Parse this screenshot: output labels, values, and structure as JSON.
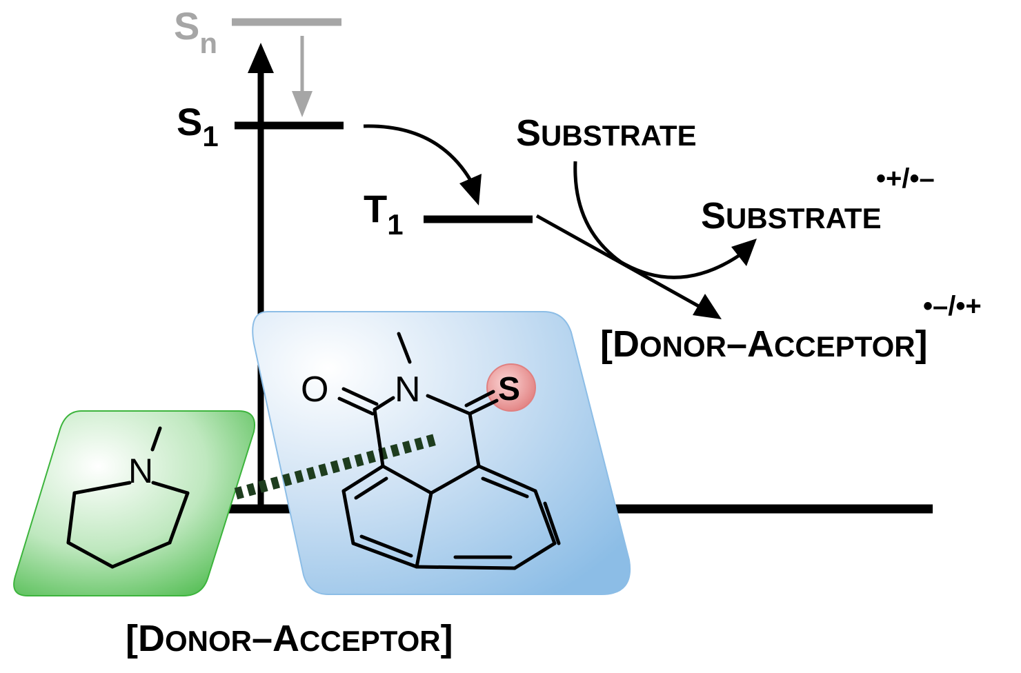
{
  "levels": {
    "sn": {
      "letter": "S",
      "sub": "n"
    },
    "s1": {
      "letter": "S",
      "sub": "1"
    },
    "t1": {
      "letter": "T",
      "sub": "1"
    }
  },
  "labels": {
    "substrate": {
      "first": "S",
      "rest": "UBSTRATE"
    },
    "substrate_product": {
      "first": "S",
      "rest": "UBSTRATE",
      "charge": "•+/•–"
    },
    "donor_acceptor_product": {
      "open": "[",
      "d_first": "D",
      "d_rest": "ONOR",
      "dash": "–",
      "a_first": "A",
      "a_rest": "CCEPTOR",
      "close": "]",
      "charge": "•–/•+"
    },
    "donor_acceptor_caption": {
      "open": "[",
      "d_first": "D",
      "d_rest": "ONOR",
      "dash": "–",
      "a_first": "A",
      "a_rest": "CCEPTOR",
      "close": "]"
    }
  },
  "molecule": {
    "donor_atom": "N",
    "acceptor_atoms": {
      "oxygen": "O",
      "nitrogen": "N",
      "sulfur": "S"
    }
  },
  "colors": {
    "ink": "#000000",
    "sn_gray": "#a6a6a6",
    "donor_green": "#3cb43c",
    "acceptor_blue": "#8cbde6",
    "sulfur_red": "#e88888",
    "dotted_bond": "#1e3d1e"
  }
}
